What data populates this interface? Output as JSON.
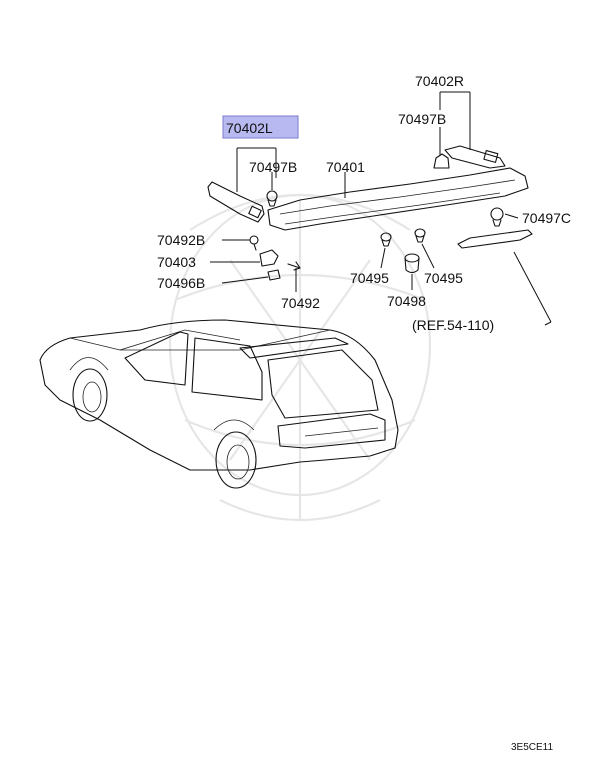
{
  "diagram": {
    "callouts": {
      "p70402R": "70402R",
      "p70497B_r": "70497B",
      "p70402L": "70402L",
      "p70497B_l": "70497B",
      "p70401": "70401",
      "p70497C": "70497C",
      "p70492B": "70492B",
      "p70403": "70403",
      "p70496B": "70496B",
      "p70492": "70492",
      "p70495_l": "70495",
      "p70495_r": "70495",
      "p70498": "70498",
      "ref": "(REF.54-110)"
    },
    "highlight_color": "#b9b9f2",
    "code": "3E5CE11"
  }
}
